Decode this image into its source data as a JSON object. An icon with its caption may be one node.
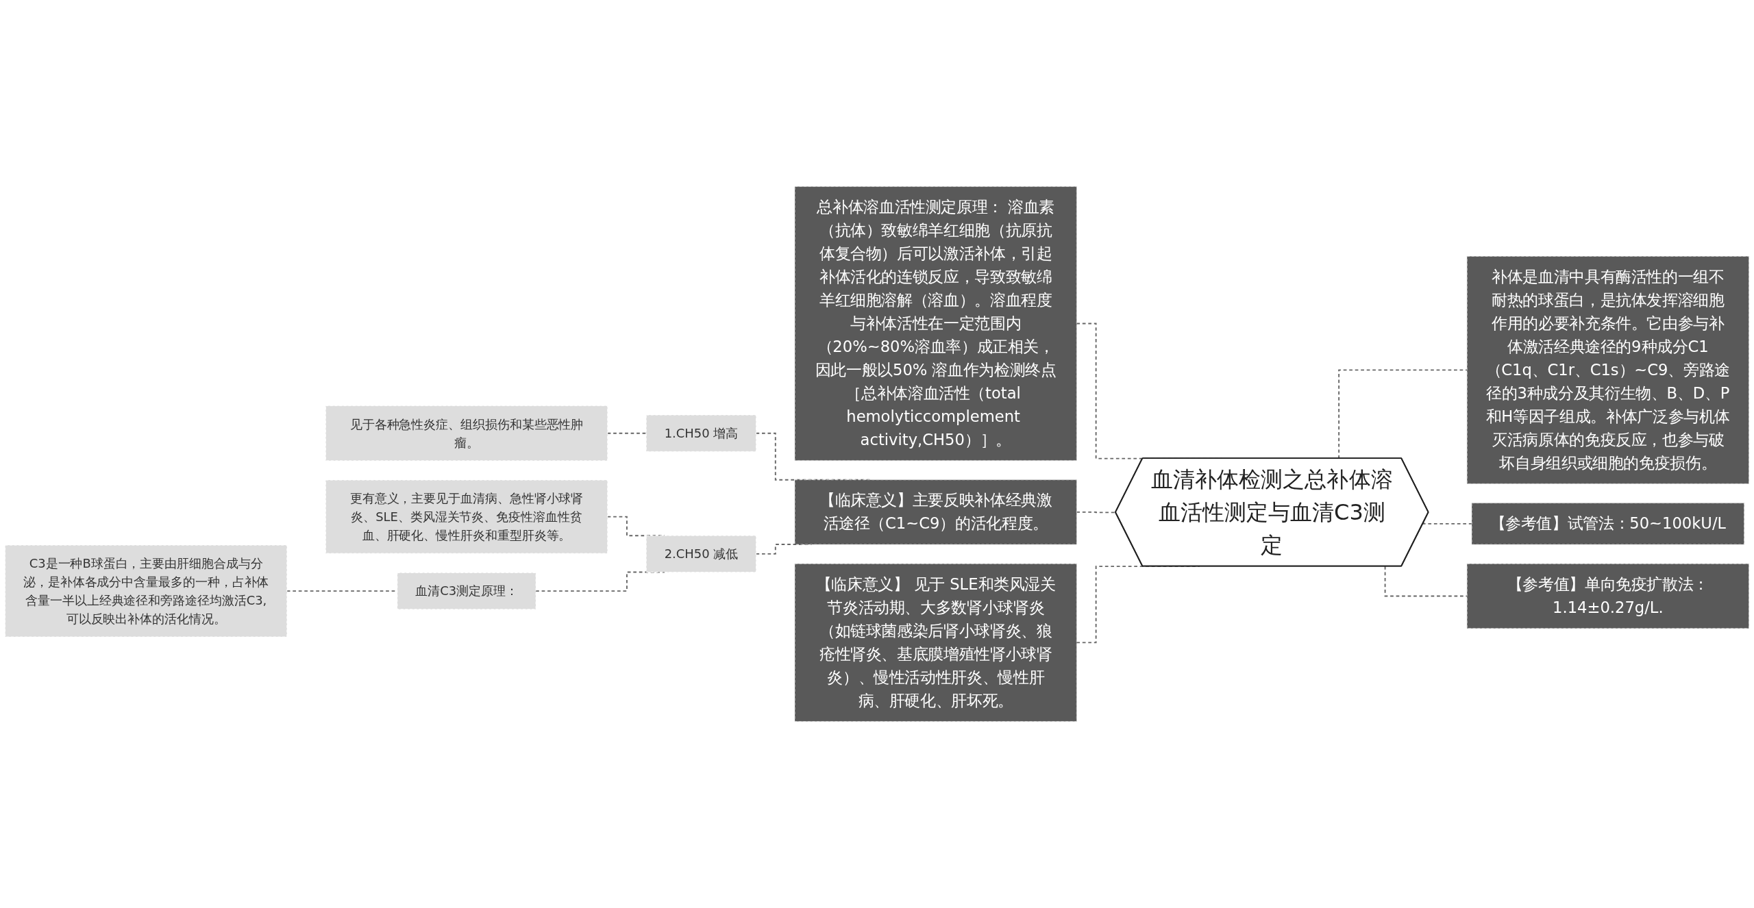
{
  "diagram": {
    "nodes": [
      {
        "text": [
          "血清补体检测之总补体溶血活性测定与血清C3测定"
        ]
      },
      {
        "text": [
          "总补体溶血活性测定原理： 溶血素（抗体）致敏绵羊红细胞（抗原抗体复合物）后可以激活补体，引起补体活化的连锁反应，导致致敏绵羊红细胞溶解（溶血）。溶血程度与补体活性在一定范围内（20%~80%溶血率）成正相关，因此一般以50% 溶血作为检测终点［总补体溶血活性（total hemolyticcomplement activity,CH50）］。"
        ]
      },
      {
        "text": [
          "【临床意义】主要反映补体经典激活途径（C1~C9）的活化程度。"
        ]
      },
      {
        "text": [
          "【临床意义】 见于 SLE和类风湿关节炎活动期、大多数肾小球肾炎（如链球菌感染后肾小球肾炎、狼疮性肾炎、基底膜增殖性肾小球肾炎）、慢性活动性肝炎、慢性肝病、肝硬化、肝坏死。"
        ]
      },
      {
        "text": [
          "1.CH50 增高"
        ]
      },
      {
        "text": [
          "2.CH50 减低"
        ]
      },
      {
        "text": [
          "见于各种急性炎症、组织损伤和某些恶性肿瘤。"
        ]
      },
      {
        "text": [
          "更有意义，主要见于血清病、急性肾小球肾炎、SLE、类风湿关节炎、免疫性溶血性贫血、肝硬化、慢性肝炎和重型肝炎等。"
        ]
      },
      {
        "text": [
          "血清C3测定原理："
        ]
      },
      {
        "text": [
          "C3是一种B球蛋白，主要由肝细胞合成与分泌，是补体各成分中含量最多的一种，占补体含量一半以上经典途径和旁路途径均激活C3,可以反映出补体的活化情况。"
        ]
      },
      {
        "text": [
          "补体是血清中具有酶活性的一组不耐热的球蛋白，是抗体发挥溶细胞作用的必要补充条件。它由参与补体激活经典途径的9种成分C1（C1q、C1r、C1s）~C9、旁路途径的3种成分及其衍生物、B、D、P和H等因子组成。补体广泛参与机体灭活病原体的免疫反应，也参与破坏自身组织或细胞的免疫损伤。"
        ]
      },
      {
        "text": [
          "【参考值】试管法：50~100kU/L"
        ]
      },
      {
        "text": [
          "【参考值】单向免疫扩散法：1.14±0.27g/L."
        ]
      }
    ],
    "edges": [
      {
        "from": 1,
        "to": 0,
        "arrow": "none",
        "style": "dashed"
      },
      {
        "from": 2,
        "to": 0,
        "arrow": "none",
        "style": "dashed"
      },
      {
        "from": 3,
        "to": 0,
        "arrow": "none",
        "style": "dashed"
      },
      {
        "from": 4,
        "to": 2,
        "arrow": "none",
        "style": "dashed"
      },
      {
        "from": 5,
        "to": 2,
        "arrow": "none",
        "style": "dashed"
      },
      {
        "from": 6,
        "to": 4,
        "arrow": "none",
        "style": "dashed"
      },
      {
        "from": 7,
        "to": 5,
        "arrow": "none",
        "style": "dashed"
      },
      {
        "from": 8,
        "to": 5,
        "arrow": "none",
        "style": "dashed"
      },
      {
        "from": 9,
        "to": 8,
        "arrow": "none",
        "style": "dashed"
      },
      {
        "from": 0,
        "to": 10,
        "arrow": "none",
        "style": "dashed"
      },
      {
        "from": 0,
        "to": 11,
        "arrow": "none",
        "style": "dashed"
      },
      {
        "from": 0,
        "to": 12,
        "arrow": "none",
        "style": "dashed"
      }
    ]
  }
}
